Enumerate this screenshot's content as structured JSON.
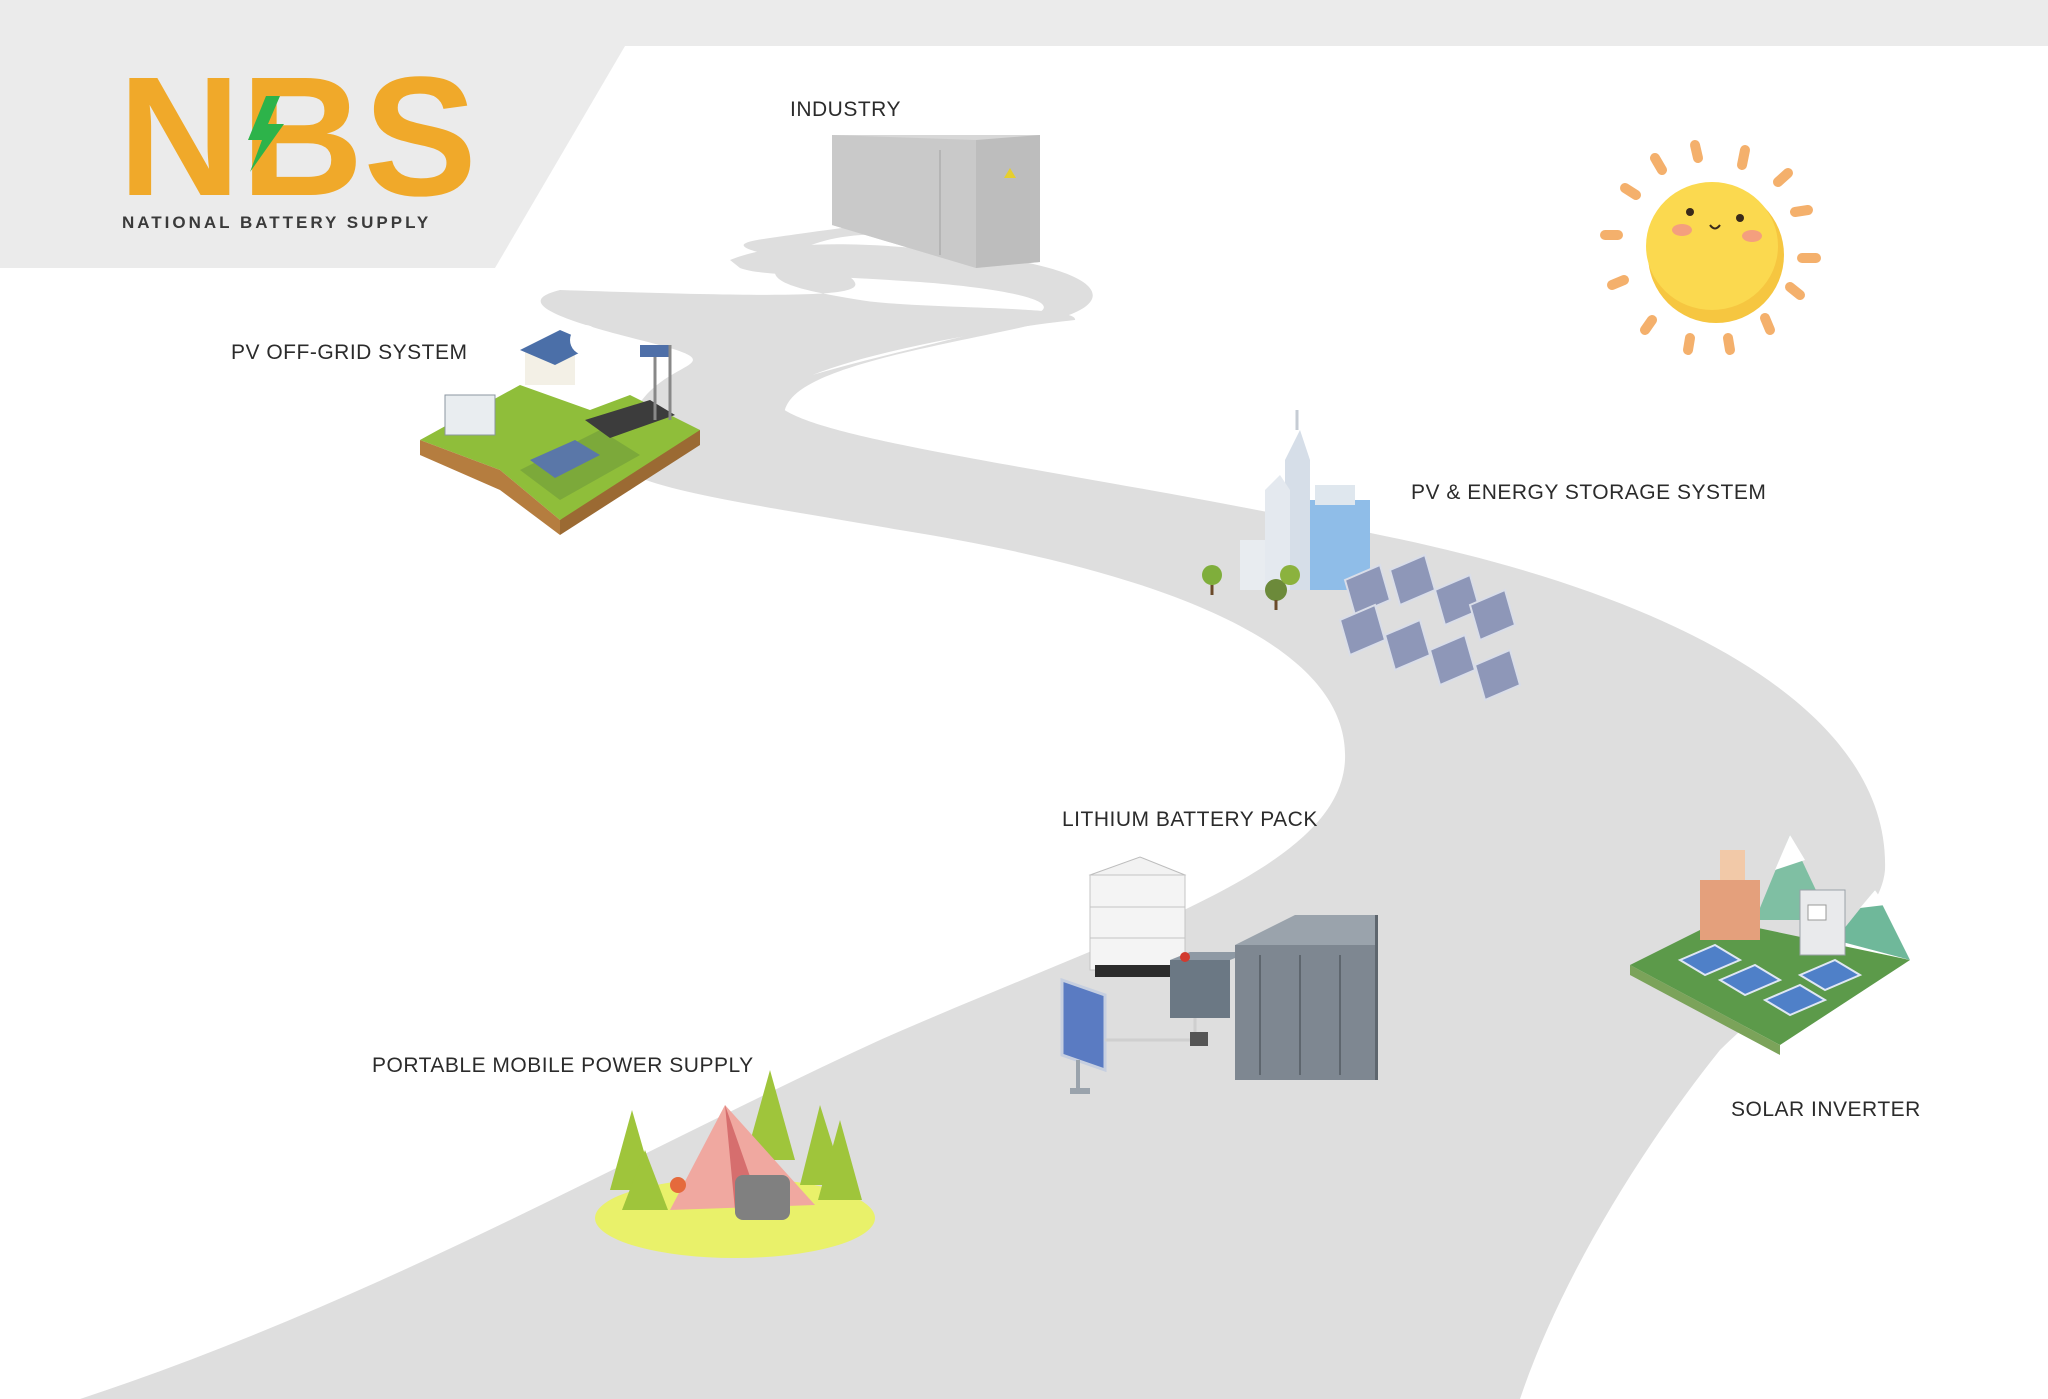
{
  "brand": {
    "logo_letters": "NBS",
    "tagline": "NATIONAL BATTERY SUPPLY",
    "color": "#f0a92a",
    "bolt_color": "#2db34a"
  },
  "colors": {
    "road": "#dedede",
    "banner": "#ebebeb",
    "sun": "#fbd94f",
    "sun_rays": "#f4b06c"
  },
  "stations": [
    {
      "id": "industry",
      "label": "INDUSTRY"
    },
    {
      "id": "pv_off_grid",
      "label": "PV OFF-GRID SYSTEM"
    },
    {
      "id": "pv_energy_storage",
      "label": "PV & ENERGY STORAGE SYSTEM"
    },
    {
      "id": "lithium_battery_pack",
      "label": "LITHIUM BATTERY PACK"
    },
    {
      "id": "portable_power",
      "label": "PORTABLE MOBILE POWER SUPPLY"
    },
    {
      "id": "solar_inverter",
      "label": "SOLAR INVERTER"
    }
  ],
  "icons": [
    "container-icon",
    "farm-island-icon",
    "city-solar-icon",
    "battery-system-icon",
    "camping-icon",
    "inverter-island-icon",
    "sun-icon",
    "lightning-bolt-icon"
  ]
}
